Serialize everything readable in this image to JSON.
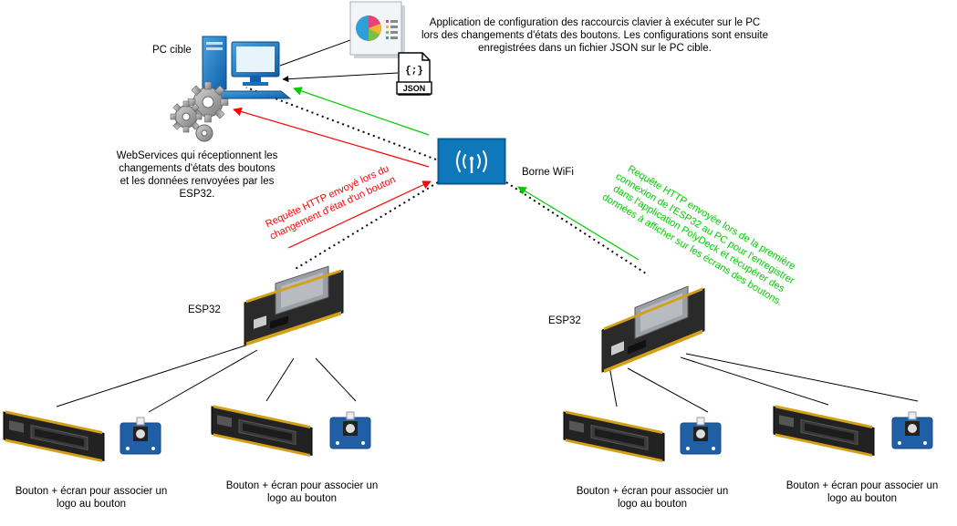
{
  "pc": {
    "label": "PC cible",
    "webservices_note": "WebServices qui réceptionnent les changements d'états des boutons et les données renvoyées par les ESP32."
  },
  "config_app": {
    "note": "Application de configuration des raccourcis clavier à exécuter sur le PC lors des changements d'états des boutons. Les configurations sont ensuite enregistrées dans un fichier JSON sur le PC cible.",
    "json_file_label": "JSON",
    "json_file_glyph": "{;}"
  },
  "wifi": {
    "label": "Borne WiFi"
  },
  "arrows": {
    "red_request": {
      "color": "#ff0000",
      "text_line1": "Requête HTTP envoyé lors du",
      "text_line2": "changement d'état d'un bouton"
    },
    "green_request": {
      "color": "#00cc00",
      "text_line1": "Requête HTTP envoyée lors de la première",
      "text_line2": "connexion de l'ESP32 au PC pour l'enregistrer",
      "text_line3": "dans l'application PolyDeck et récupérer des",
      "text_line4": "données à afficher sur les écrans des boutons."
    }
  },
  "esp32_left": {
    "label": "ESP32"
  },
  "esp32_right": {
    "label": "ESP32"
  },
  "button_modules": [
    {
      "text": "Bouton + écran pour associer un logo au bouton"
    },
    {
      "text": "Bouton + écran pour associer un logo au bouton"
    },
    {
      "text": "Bouton + écran pour associer un logo au bouton"
    },
    {
      "text": "Bouton + écran pour associer un logo au bouton"
    }
  ],
  "icons": {
    "pc": "desktop-computer-icon",
    "gears": "gears-icon",
    "chart_document": "pie-chart-document-icon",
    "json_file": "json-file-icon",
    "wifi": "wifi-access-point-icon",
    "esp32": "esp32-board-icon",
    "oled": "oled-featherwing-icon",
    "button": "push-button-module-icon"
  }
}
